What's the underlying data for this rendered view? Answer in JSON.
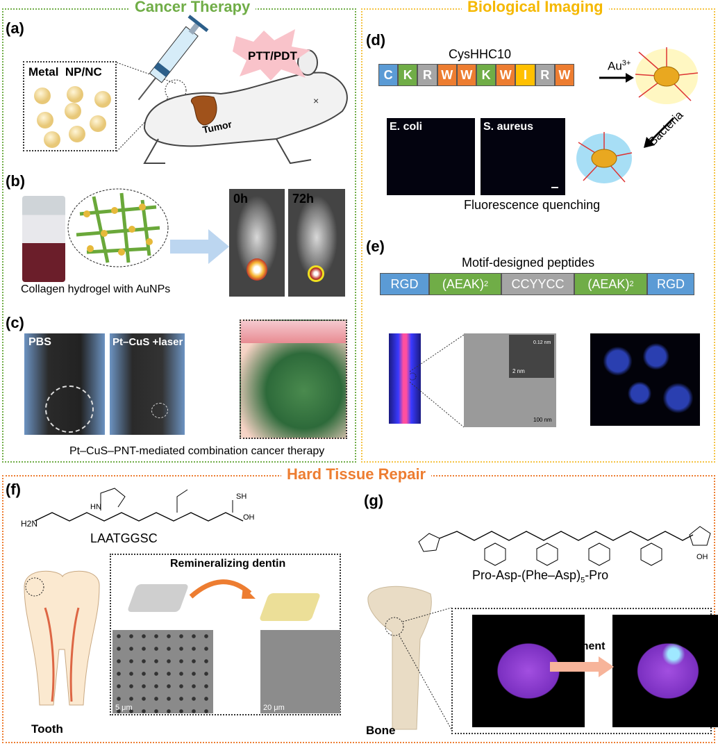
{
  "sections": {
    "cancer": "Cancer Therapy",
    "imaging": "Biological Imaging",
    "hard_tissue": "Hard Tissue Repair"
  },
  "colors": {
    "cancer": "#70ad47",
    "imaging": "#f5b800",
    "hard_tissue": "#ed7d31",
    "blue": "#5b9bd5",
    "green": "#70ad47",
    "grey": "#a5a5a5",
    "orange": "#ed7d31",
    "yellow": "#ffc000"
  },
  "panel_a": {
    "label": "(a)",
    "np_label": "Metal  NP/NC",
    "therapy": "PTT/PDT",
    "tumor": "Tumor"
  },
  "panel_b": {
    "label": "(b)",
    "caption": "Collagen hydrogel with AuNPs",
    "t0": "0h",
    "t1": "72h"
  },
  "panel_c": {
    "label": "(c)",
    "img1": "PBS",
    "img2": "Pt–CuS +laser",
    "caption": "Pt–CuS–PNT-mediated combination cancer therapy"
  },
  "panel_d": {
    "label": "(d)",
    "peptide_name": "CysHHC10",
    "residues": [
      {
        "aa": "C",
        "color": "#5b9bd5"
      },
      {
        "aa": "K",
        "color": "#70ad47"
      },
      {
        "aa": "R",
        "color": "#a5a5a5"
      },
      {
        "aa": "W",
        "color": "#ed7d31"
      },
      {
        "aa": "W",
        "color": "#ed7d31"
      },
      {
        "aa": "K",
        "color": "#70ad47"
      },
      {
        "aa": "W",
        "color": "#ed7d31"
      },
      {
        "aa": "I",
        "color": "#ffc000"
      },
      {
        "aa": "R",
        "color": "#a5a5a5"
      },
      {
        "aa": "W",
        "color": "#ed7d31"
      }
    ],
    "reagent": "Au",
    "reagent_sup": "3+",
    "bacteria": "Bacteria",
    "img1": "E. coli",
    "img2": "S. aureus",
    "caption": "Fluorescence quenching"
  },
  "panel_e": {
    "label": "(e)",
    "title": "Motif-designed peptides",
    "segments": [
      {
        "text": "RGD",
        "sub": "",
        "color": "#5b9bd5"
      },
      {
        "text": "(AEAK)",
        "sub": "2",
        "color": "#70ad47"
      },
      {
        "text": "CCYYCC",
        "sub": "",
        "color": "#a5a5a5"
      },
      {
        "text": "(AEAK)",
        "sub": "2",
        "color": "#70ad47"
      },
      {
        "text": "RGD",
        "sub": "",
        "color": "#5b9bd5"
      }
    ],
    "tem_inset_scale": "0.12 nm",
    "tem_inset_bar": "2 nm",
    "tem_bar": "100 nm"
  },
  "panel_f": {
    "label": "(f)",
    "peptide": "LAATGGSC",
    "atoms": {
      "n_term": "H2N",
      "sh": "SH",
      "hn": "HN",
      "oh": "OH"
    },
    "box_title": "Remineralizing dentin",
    "bar1": "5 μm",
    "bar2": "20 μm",
    "tooth": "Tooth"
  },
  "panel_g": {
    "label": "(g)",
    "peptide": "Pro-Asp-(Phe–Asp)",
    "peptide_sub": "5",
    "peptide_end": "-Pro",
    "atoms": {
      "oh": "OH"
    },
    "arrow": "Treatment",
    "bone": "Bone"
  }
}
